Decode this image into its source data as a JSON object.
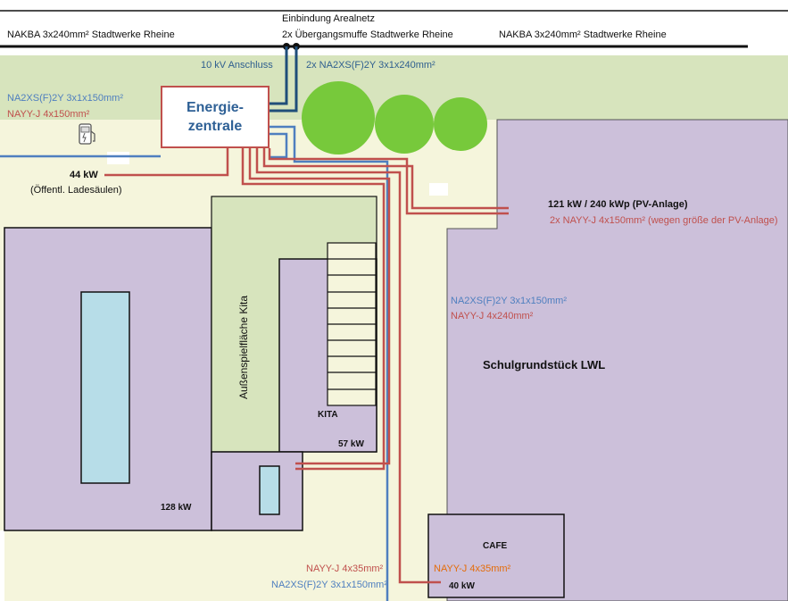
{
  "labels": {
    "grid_left": "NAKBA  3x240mm² Stadtwerke Rheine",
    "grid_right": "NAKBA  3x240mm² Stadtwerke Rheine",
    "einbindung_title": "Einbindung Arealnetz",
    "einbindung_sub": "2x Übergangsmuffe Stadtwerke Rheine",
    "anschluss_10kv": "10 kV Anschluss",
    "na2xs_top": "2x NA2XS(F)2Y 3x1x240mm²",
    "left_na2xs": "NA2XS(F)2Y 3x1x150mm²",
    "left_nayy": "NAYY-J 4x150mm²",
    "energiezentrale": "Energie-\nzentrale",
    "ladesaeulen_kw": "44 kW",
    "ladesaeulen_text": "(Öffentl. Ladesäulen)",
    "pv_kw": "121 kW / 240 kWp (PV-Anlage)",
    "pv_cable": "2x NAYY-J 4x150mm² (wegen größe der PV-Anlage)",
    "school_na2xs": "NA2XS(F)2Y 3x1x150mm²",
    "school_nayy": "NAYY-J 4x240mm²",
    "school_name": "Schulgrundstück LWL",
    "kita_play": "Außenspielfläche Kita",
    "kita": "KITA",
    "kita_kw": "57 kW",
    "building_kw": "128 kW",
    "cafe": "CAFE",
    "cafe_kw": "40 kW",
    "bottom_nayy_red": "NAYY-J 4x35mm²",
    "bottom_nayy_orange": "NAYY-J 4x35mm²",
    "bottom_na2xs": "NA2XS(F)2Y 3x1x150mm²"
  },
  "icons": {
    "charger": "ev-charger-icon",
    "trees": "tree-icon"
  },
  "colors": {
    "cable_mv": "#4f7fbf",
    "cable_mv_dark": "#1f4e79",
    "cable_lv": "#c0504d",
    "building": "#ccc0da",
    "green_area": "#d7e4bd",
    "ground": "#f5f5dc",
    "pool": "#b7dde8",
    "tree": "#77c93b",
    "border_box": "#c0504d",
    "title_blue": "#2f6196"
  }
}
